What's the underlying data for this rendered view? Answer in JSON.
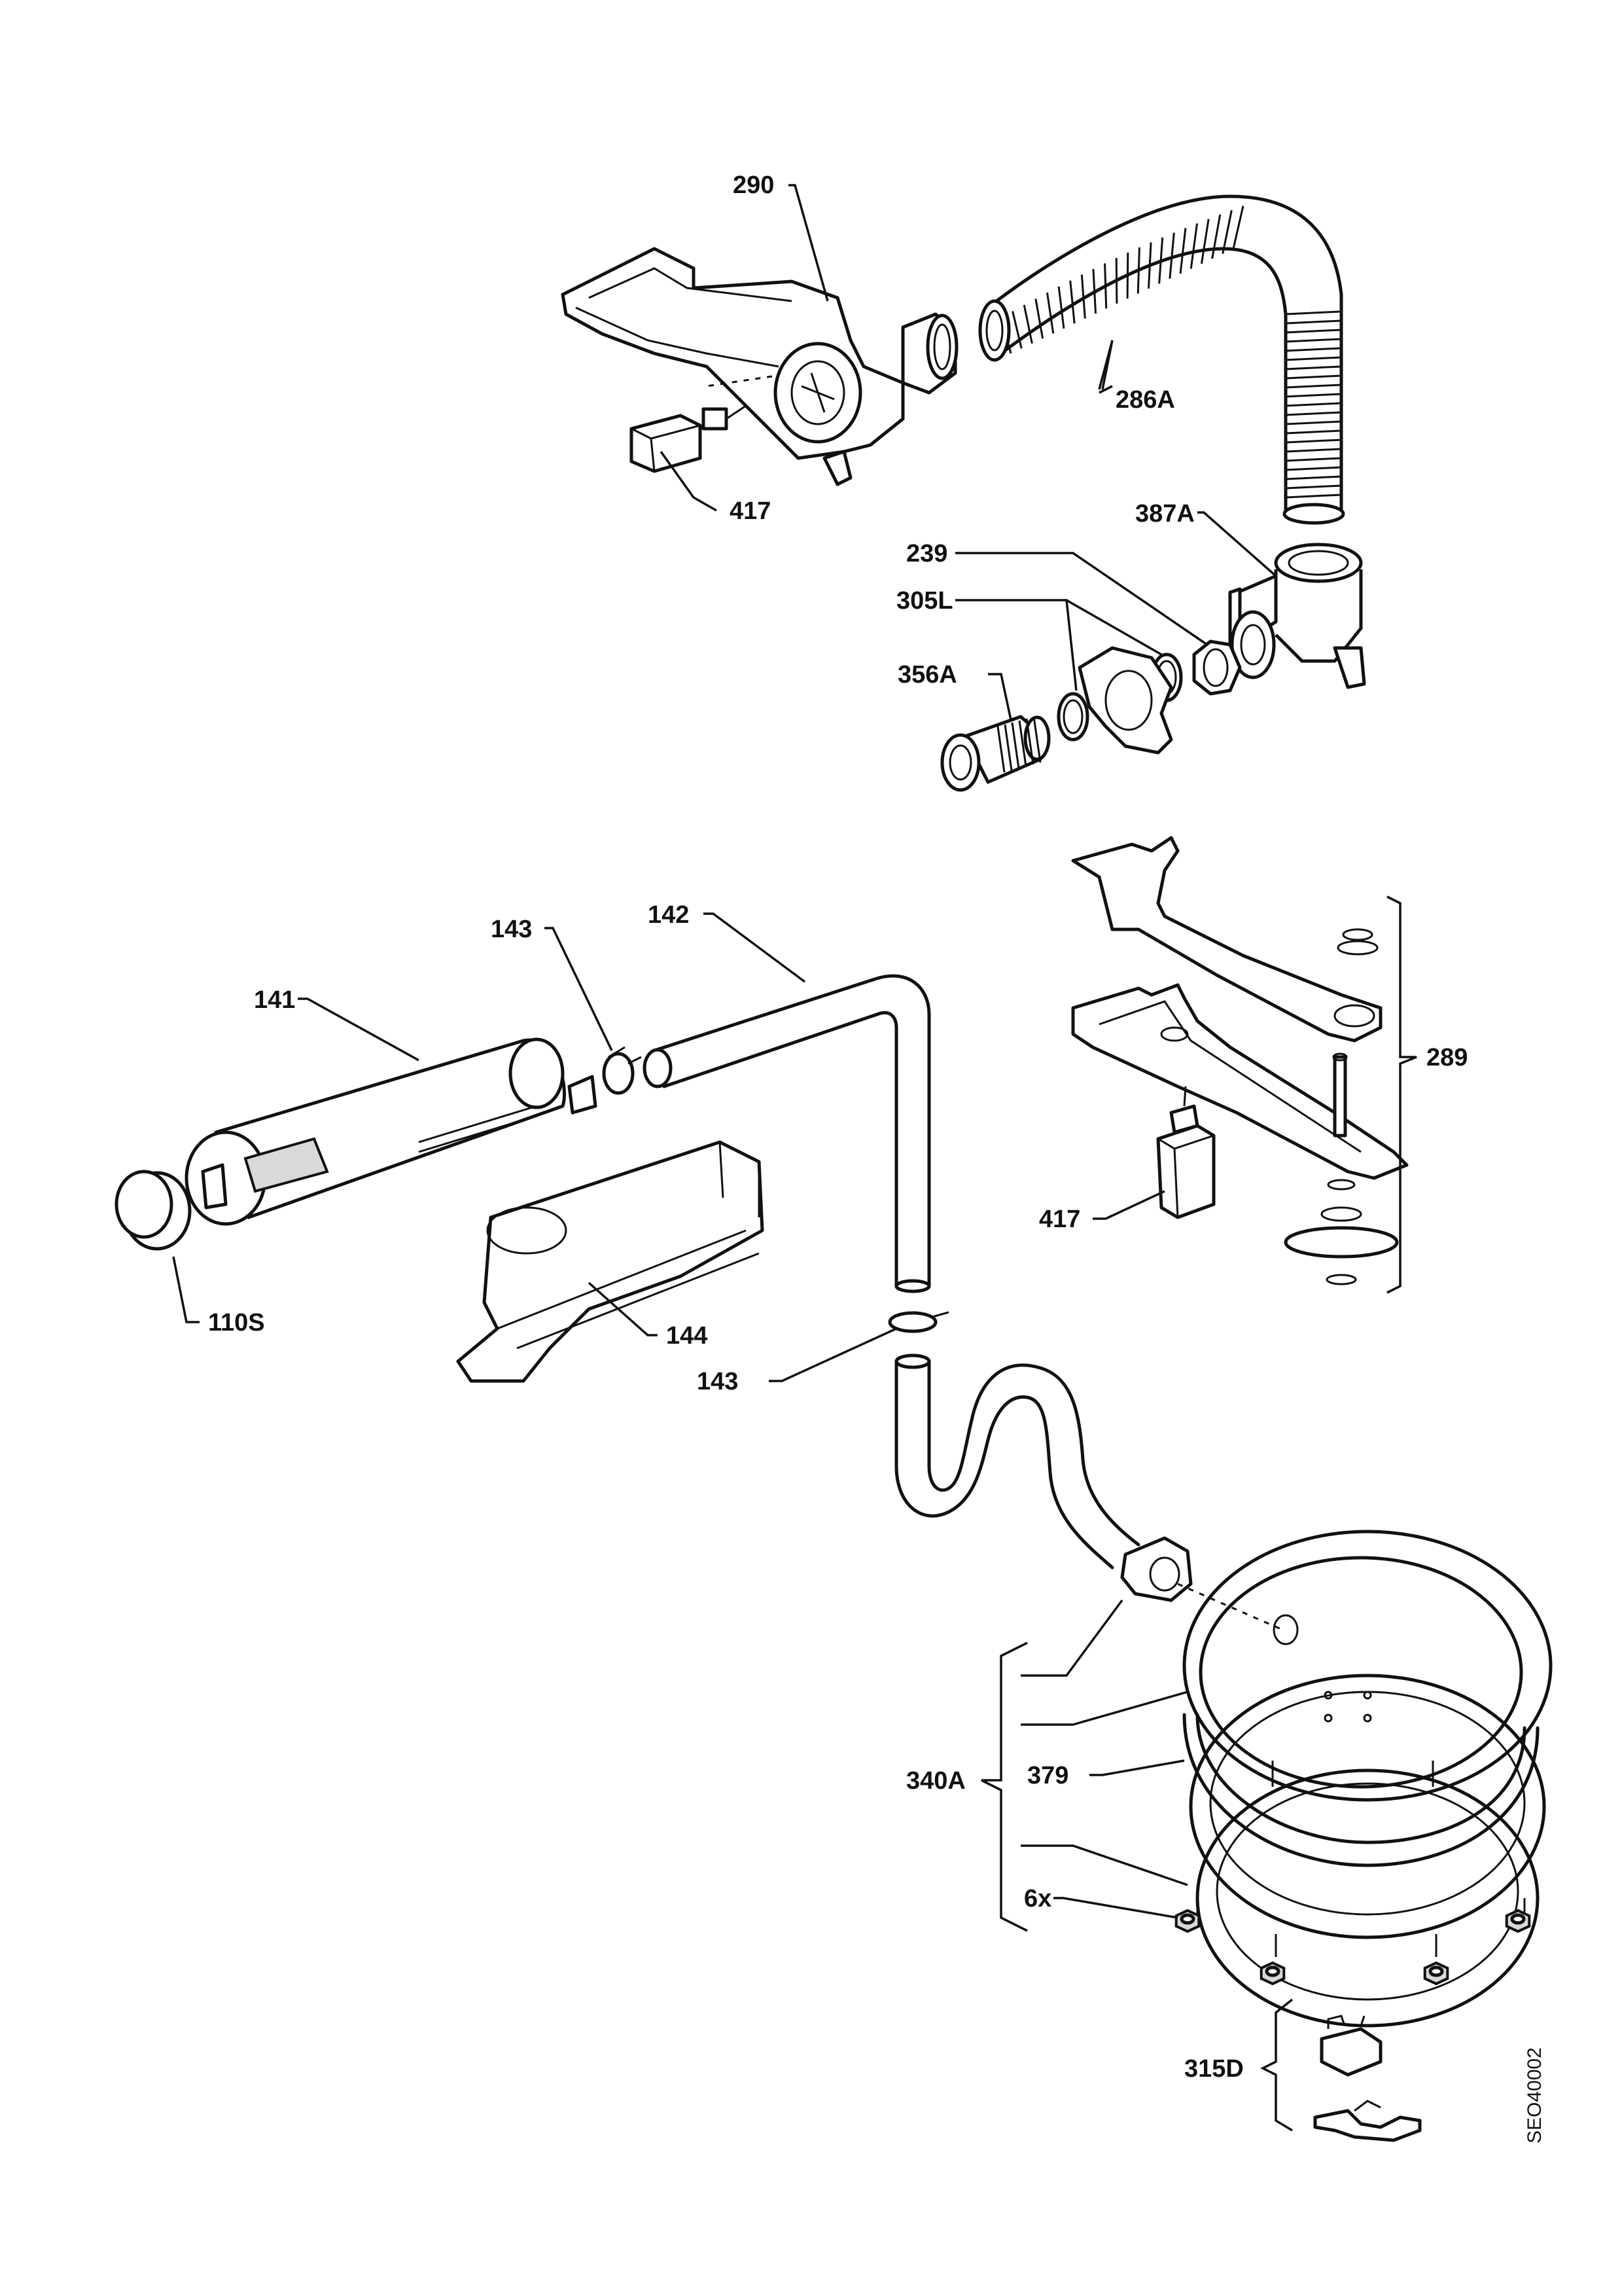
{
  "drawing_code": "SEO40002",
  "labels": {
    "p290": "290",
    "p286A": "286A",
    "p417_top": "417",
    "p387A": "387A",
    "p239": "239",
    "p305L": "305L",
    "p356A": "356A",
    "p143_top": "143",
    "p142": "142",
    "p141": "141",
    "p289": "289",
    "p417_mid": "417",
    "p110S": "110S",
    "p144": "144",
    "p143_bottom": "143",
    "p340A": "340A",
    "p379": "379",
    "p6x": "6x",
    "p315D": "315D"
  }
}
